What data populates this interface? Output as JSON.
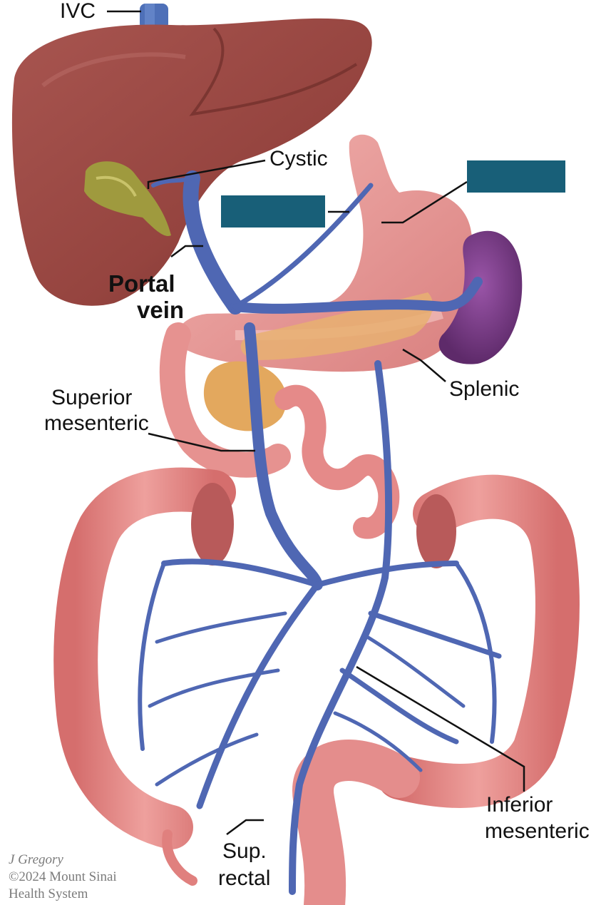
{
  "labels": {
    "ivc": "IVC",
    "cystic": "Cystic",
    "portal_line1": "Portal",
    "portal_line2": "vein",
    "splenic": "Splenic",
    "sup_mes_line1": "Superior",
    "sup_mes_line2": "mesenteric",
    "inf_mes_line1": "Inferior",
    "inf_mes_line2": "mesenteric",
    "sup_rectal_line1": "Sup.",
    "sup_rectal_line2": "rectal"
  },
  "hidden_label_boxes": 2,
  "credit": {
    "author": "J Gregory",
    "copyright": "©2024 Mount Sinai",
    "org": "Health System"
  },
  "colors": {
    "liver": "#9a4a44",
    "liver_shade": "#7d3530",
    "gallbladder": "#9f9a3e",
    "stomach": "#e59a98",
    "spleen": "#7b3a88",
    "pancreas": "#e8b071",
    "colon": "#e2817f",
    "vein": "#4f67b3",
    "ivc": "#4e70b8",
    "label_box": "#185f78"
  }
}
